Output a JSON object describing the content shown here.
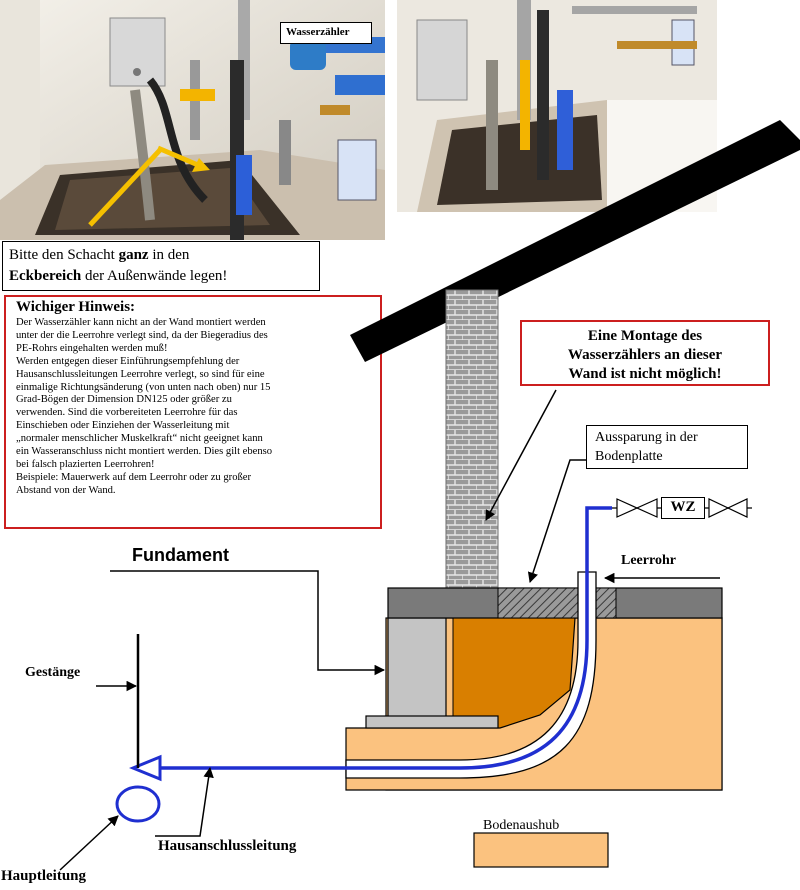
{
  "photos": {
    "left": {
      "wasser_label": "Wasserzähler"
    },
    "right": {}
  },
  "schacht_note": {
    "line1_a": "Bitte den Schacht ",
    "line1_b": "ganz",
    "line1_c": " in den",
    "line2_a": "Eckbereich",
    "line2_b": " der Außenwände legen!"
  },
  "hinweis": {
    "title": "Wichiger Hinweis:",
    "lines": [
      "Der Wasserzähler kann nicht an der Wand montiert werden",
      "unter der die Leerrohre verlegt sind, da der Biegeradius des",
      "PE-Rohrs eingehalten werden muß!",
      "Werden entgegen dieser Einführungsempfehlung der",
      "Hausanschlussleitungen Leerrohre verlegt, so sind für eine",
      "einmalige Richtungsänderung (von unten nach oben) nur 15",
      "Grad-Bögen der Dimension DN125 oder größer zu",
      "verwenden. Sind die vorbereiteten Leerrohre für das",
      "Einschieben oder Einziehen der Wasserleitung mit",
      "„normaler menschlicher Muskelkraft“ nicht geeignet kann",
      "ein Wasseranschluss nicht montiert werden. Dies gilt ebenso",
      "bei falsch plazierten Leerrohren!",
      "Beispiele: Mauerwerk auf dem Leerrohr oder zu großer",
      "Abstand von der Wand."
    ]
  },
  "montage_note": [
    "Eine Montage des",
    "Wasserzählers an dieser",
    "Wand ist nicht möglich!"
  ],
  "aussparung_note": [
    "Aussparung in der",
    "Bodenplatte"
  ],
  "labels": {
    "wz": "WZ",
    "fundament": "Fundament",
    "leerrohr": "Leerrohr",
    "gestaenge": "Gestänge",
    "bodenaushub": "Bodenaushub",
    "hausanschlussleitung": "Hausanschlussleitung",
    "hauptleitung": "Hauptleitung"
  },
  "colors": {
    "roof": "#000000",
    "brick": "#9a9a9a",
    "floor_slab": "#7a7a7a",
    "foundation": "#c4c4c4",
    "earth_light": "#fbc27f",
    "earth_dark": "#d97f00",
    "pipe": "#1f2fd0",
    "alert_border": "#cc1f1f",
    "arrow_yellow": "#f5c000"
  }
}
